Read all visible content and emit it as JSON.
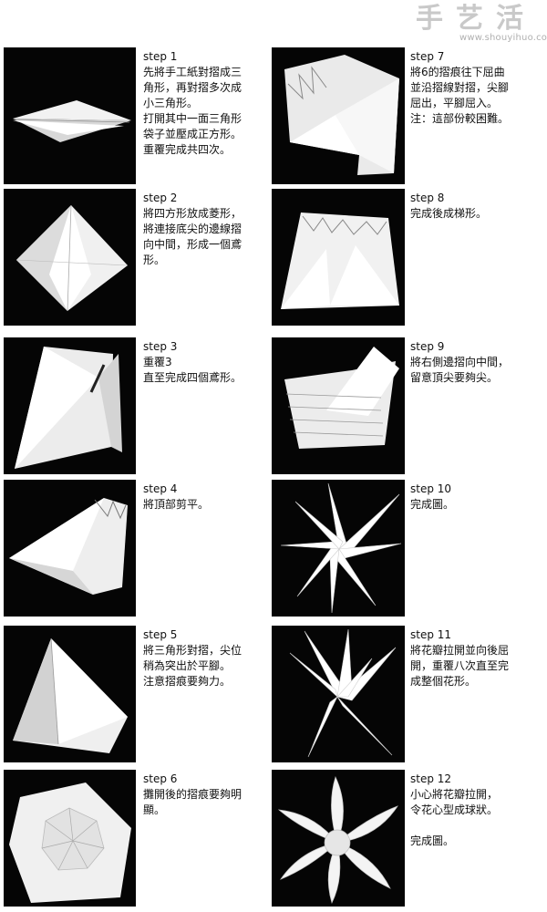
{
  "watermark": {
    "chars": [
      "手",
      "艺",
      "活"
    ],
    "url": "www.shouyihuo.com"
  },
  "steps": [
    {
      "title": "step 1",
      "lines": [
        "先將手工紙對摺成三",
        "角形，再對摺多次成",
        "小三角形。",
        "打開其中一面三角形",
        "袋子並壓成正方形。",
        "重覆完成共四次。"
      ]
    },
    {
      "title": "step 2",
      "lines": [
        "將四方形放成菱形，",
        "將連接底尖的邊線摺",
        "向中間，形成一個鳶",
        "形。"
      ]
    },
    {
      "title": "step 3",
      "lines": [
        "重覆3",
        "直至完成四個鳶形。"
      ]
    },
    {
      "title": "step 4",
      "lines": [
        "將頂部剪平。"
      ]
    },
    {
      "title": "step 5",
      "lines": [
        "將三角形對摺，尖位",
        "稍為突出於平腳。",
        "注意摺痕要夠力。"
      ]
    },
    {
      "title": "step 6",
      "lines": [
        "攤開後的摺痕要夠明",
        "顯。"
      ]
    },
    {
      "title": "step 7",
      "lines": [
        "將6的摺痕往下屈曲",
        "並沿摺線對摺，尖腳",
        "屈出，平腳屈入。",
        "注：這部份較困難。"
      ]
    },
    {
      "title": "step 8",
      "lines": [
        "完成後成梯形。"
      ]
    },
    {
      "title": "step 9",
      "lines": [
        "將右側邊摺向中間，",
        "留意頂尖要夠尖。"
      ]
    },
    {
      "title": "step 10",
      "lines": [
        "完成圖。"
      ]
    },
    {
      "title": "step 11",
      "lines": [
        "將花瓣拉開並向後屈",
        "開，重覆八次直至完",
        "成整個花形。"
      ]
    },
    {
      "title": "step 12",
      "lines": [
        "小心將花瓣拉開，",
        "令花心型成球狀。",
        "",
        "完成圖。"
      ]
    }
  ]
}
